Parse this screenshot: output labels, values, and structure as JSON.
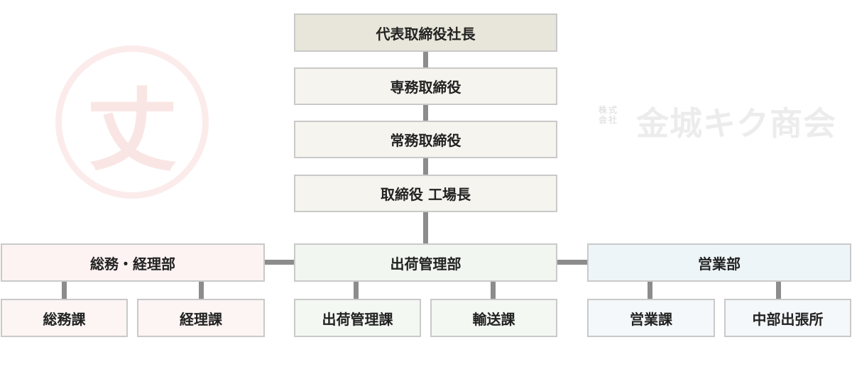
{
  "watermark": {
    "emblem_glyph": "丈",
    "company_small": "株式会社",
    "company_name": "金城キク商会"
  },
  "executives": [
    "代表取締役社長",
    "専務取締役",
    "常務取締役",
    "取締役 工場長"
  ],
  "departments": [
    {
      "name": "総務・経理部",
      "sections": [
        "総務課",
        "経理課"
      ]
    },
    {
      "name": "出荷管理部",
      "sections": [
        "出荷管理課",
        "輸送課"
      ]
    },
    {
      "name": "営業部",
      "sections": [
        "営業課",
        "中部出張所"
      ]
    }
  ],
  "colors": {
    "border": "#c9c9c9",
    "connector": "#8c8c8c",
    "executive": "#f5f4ee",
    "top_executive": "#e8e6da",
    "dept_general_affairs": "#fdf3f2",
    "dept_shipping": "#f1f6f0",
    "dept_sales": "#eef5f8"
  }
}
